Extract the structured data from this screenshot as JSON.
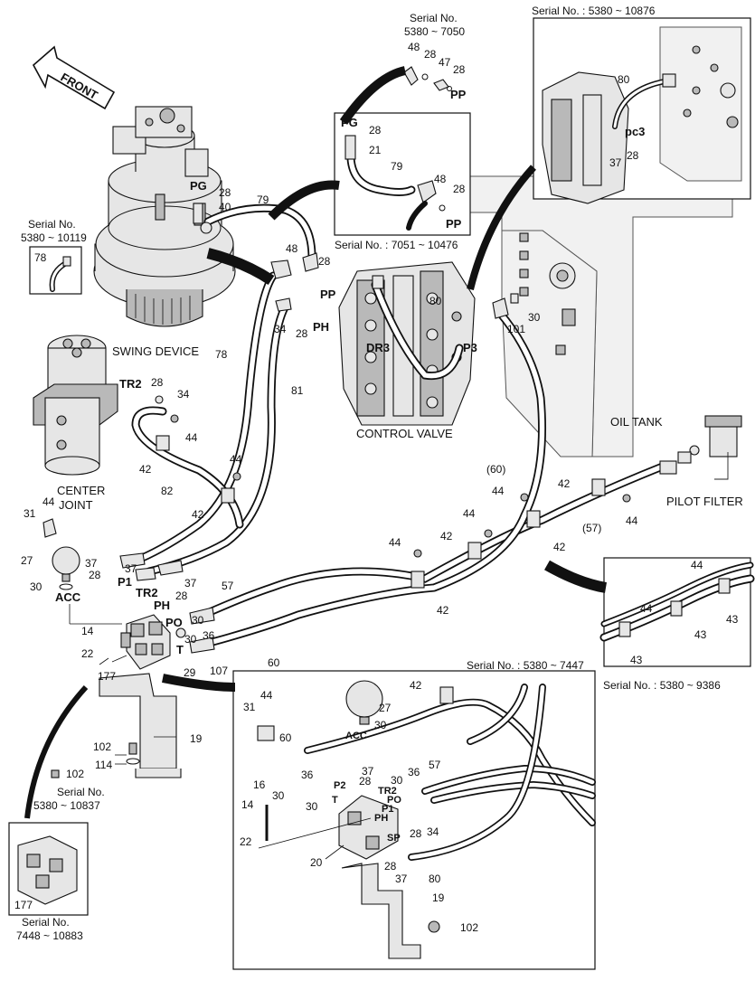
{
  "labels": {
    "front": "FRONT",
    "swing_device": "SWING DEVICE",
    "control_valve": "CONTROL VALVE",
    "oil_tank": "OIL TANK",
    "center_joint_1": "CENTER",
    "center_joint_2": "JOINT",
    "pilot_filter": "PILOT FILTER",
    "serial_no": "Serial No.",
    "serial_7050": "5380 ~ 7050",
    "serial_10876": "Serial No. : 5380  ~ 10876",
    "serial_10119": "5380 ~ 10119",
    "serial_10476": "Serial No. : 7051 ~ 10476",
    "serial_9386": "Serial No. : 5380 ~ 9386",
    "serial_7447": "Serial No. : 5380 ~ 7447",
    "serial_10837": "5380 ~ 10837",
    "serial_10883": "7448 ~ 10883"
  },
  "ports": {
    "pg": "PG",
    "pp": "PP",
    "ph": "PH",
    "dr3": "DR3",
    "p3": "P3",
    "pc3": "pc3",
    "tr2": "TR2",
    "p1": "P1",
    "po": "PO",
    "t": "T",
    "acc": "ACC",
    "p2": "P2",
    "sp": "SP"
  },
  "callouts": {
    "c48": "48",
    "c28": "28",
    "c47": "47",
    "c21": "21",
    "c79": "79",
    "c80": "80",
    "c37": "37",
    "c40": "40",
    "c78": "78",
    "c34": "34",
    "c101": "101",
    "c30": "30",
    "c81": "81",
    "c82": "82",
    "c42": "42",
    "c44": "44",
    "c60p": "(60)",
    "c57p": "(57)",
    "c31": "31",
    "c27": "27",
    "c57": "57",
    "c36": "36",
    "c14": "14",
    "c22": "22",
    "c29": "29",
    "c107": "107",
    "c60": "60",
    "c177": "177",
    "c19": "19",
    "c102": "102",
    "c114": "114",
    "c16": "16",
    "c20": "20",
    "c43": "43"
  }
}
